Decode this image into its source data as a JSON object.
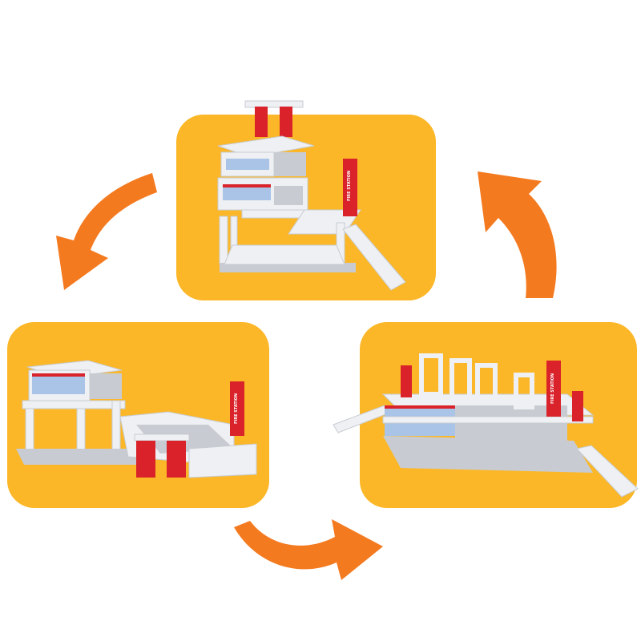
{
  "colors": {
    "panel": "#fbb728",
    "arrow": "#f47a20",
    "building_white": "#eef0f3",
    "building_shadow": "#c8ccd2",
    "accent_red": "#d9222a",
    "window_blue": "#a9c4e6"
  },
  "panels": [
    {
      "id": "top",
      "description_icon": "fire-station-stacked"
    },
    {
      "id": "left",
      "description_icon": "fire-station-expanded"
    },
    {
      "id": "right",
      "description_icon": "fire-station-flat"
    }
  ],
  "arrows": [
    {
      "id": "top-to-left",
      "icon": "curved-arrow-icon"
    },
    {
      "id": "left-to-right",
      "icon": "curved-arrow-icon"
    },
    {
      "id": "right-to-top",
      "icon": "curved-arrow-icon"
    }
  ]
}
